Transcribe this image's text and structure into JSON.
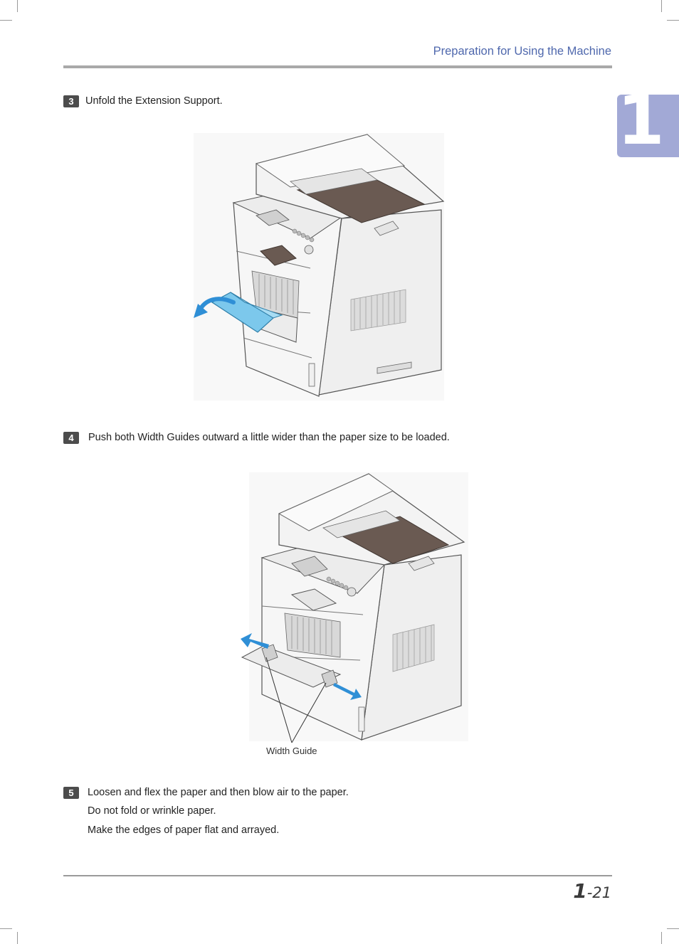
{
  "header": {
    "title": "Preparation for Using the Machine"
  },
  "chapter_tab": {
    "number": "1"
  },
  "steps": [
    {
      "number": "3",
      "text": "Unfold the Extension Support."
    },
    {
      "number": "4",
      "text": "Push both Width Guides outward a little wider than the paper size to be loaded."
    },
    {
      "number": "5",
      "text": "Loosen and flex the paper and then blow air to the paper.",
      "sub_lines": [
        "Do not fold or wrinkle paper.",
        "Make the edges of paper flat and arrayed."
      ]
    }
  ],
  "figure2": {
    "callout_label": "Width Guide"
  },
  "footer": {
    "page_chapter": "1",
    "page_separator": "-",
    "page_number": "21"
  },
  "colors": {
    "accent": "#4f68ad",
    "tab": "#a2a9d6",
    "arrow": "#2f8fd6",
    "tray_highlight": "#7cc8ec"
  }
}
